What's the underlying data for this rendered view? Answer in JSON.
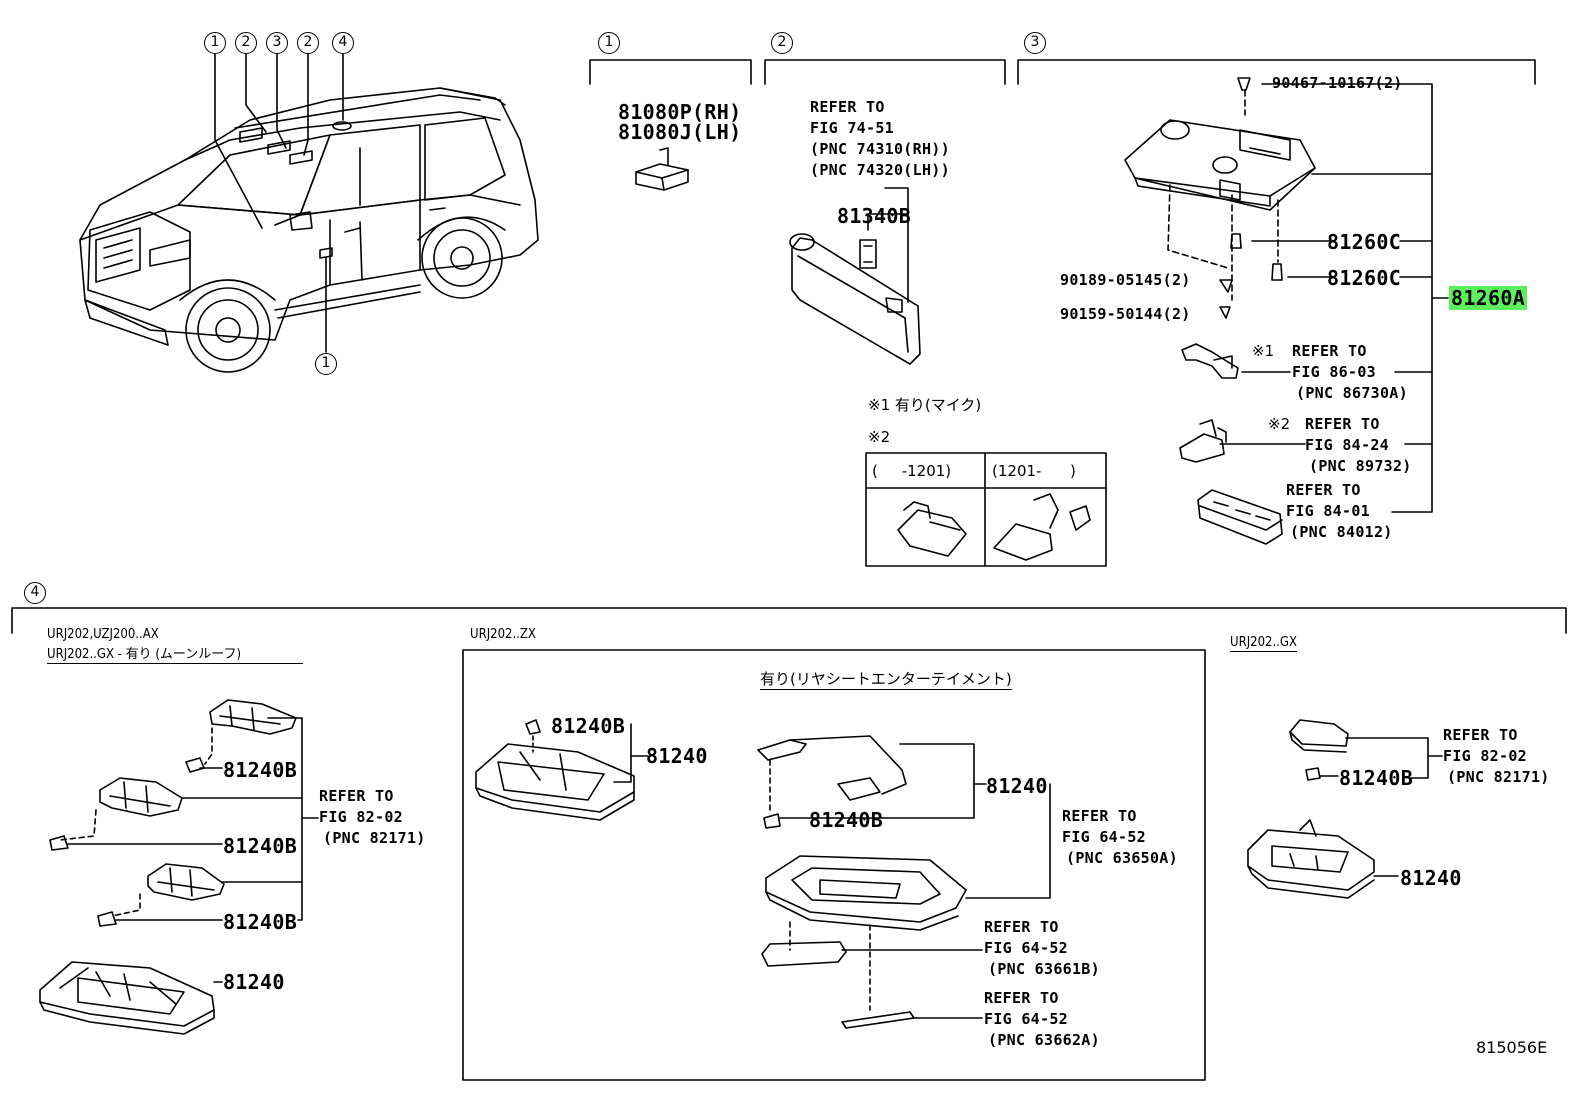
{
  "figure_id": "815056E",
  "top_circles": [
    "1",
    "2",
    "3",
    "2",
    "4"
  ],
  "sections": {
    "s1": {
      "marker": "1",
      "parts": [
        "81080P(RH)",
        "81080J(LH)"
      ]
    },
    "s2": {
      "marker": "2",
      "refer": [
        "REFER TO",
        "FIG 74-51",
        "(PNC 74310(RH))",
        "(PNC 74320(LH))"
      ],
      "part": "81340B"
    },
    "s3": {
      "marker": "3",
      "screw": "90467-10167(2)",
      "bulb1": "81260C",
      "bulb2": "81260C",
      "main": "81260A",
      "screw2": "90189-05145(2)",
      "screw3": "90159-50144(2)",
      "ref1": {
        "mark": "※1",
        "lines": [
          "REFER TO",
          "FIG 86-03",
          "(PNC 86730A)"
        ]
      },
      "ref2": {
        "mark": "※2",
        "lines": [
          "REFER TO",
          "FIG 84-24",
          "(PNC 89732)"
        ]
      },
      "ref3": {
        "lines": [
          "REFER TO",
          "FIG 84-01",
          "(PNC 84012)"
        ]
      },
      "note1": "※1 有り(マイク)",
      "note2": "※2",
      "table_left": "(     -1201)",
      "table_right": "(1201-      )"
    },
    "s4": {
      "marker": "4",
      "leftHeader1": "URJ202,UZJ200..AX",
      "leftHeader2": "URJ202..GX - 有り (ムーンルーフ)",
      "left_b1": "81240B",
      "left_b2": "81240B",
      "left_b3": "81240B",
      "left_ref": [
        "REFER TO",
        "FIG 82-02",
        "(PNC 82171)"
      ],
      "left_main": "81240",
      "midHeader": "URJ202..ZX",
      "mid_a_bulb": "81240B",
      "mid_a_main": "81240",
      "mid_note": "有り(リヤシートエンターテイメント)",
      "mid_b_main": "81240",
      "mid_b_bulb": "81240B",
      "mid_ref1": [
        "REFER TO",
        "FIG 64-52",
        "(PNC 63650A)"
      ],
      "mid_ref2": [
        "REFER TO",
        "FIG 64-52",
        "(PNC 63661B)"
      ],
      "mid_ref3": [
        "REFER TO",
        "FIG 64-52",
        "(PNC 63662A)"
      ],
      "rightHeader": "URJ202..GX",
      "right_ref": [
        "REFER TO",
        "FIG 82-02",
        "(PNC 82171)"
      ],
      "right_bulb": "81240B",
      "right_main": "81240"
    }
  },
  "colors": {
    "highlight": "#5cf05c",
    "ink": "#000000"
  }
}
